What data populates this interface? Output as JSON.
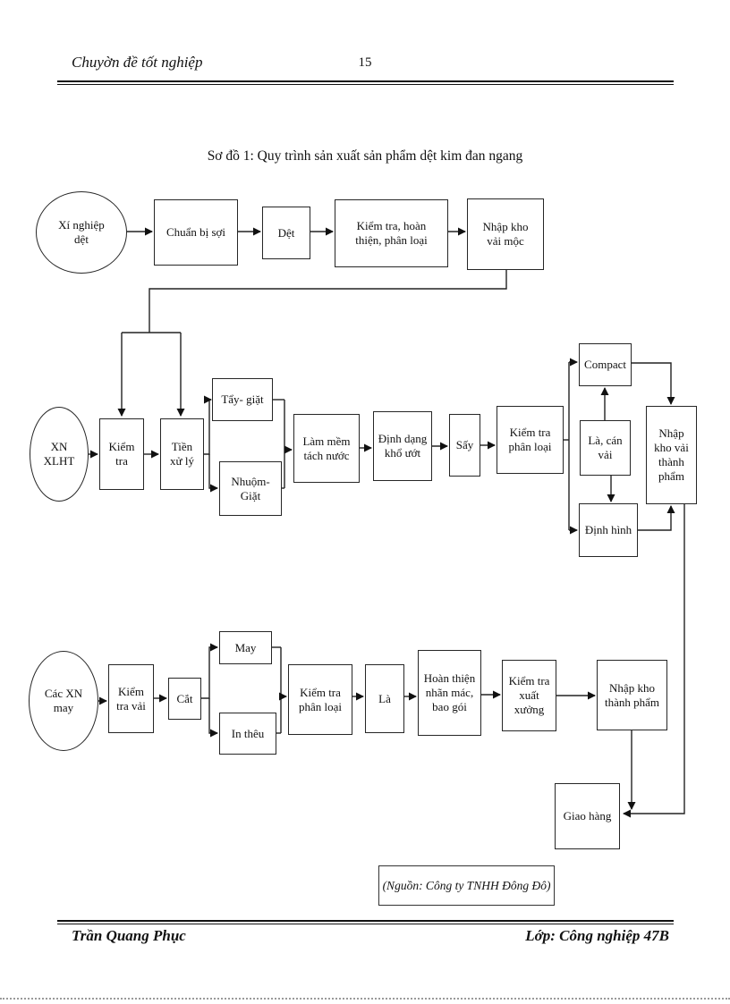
{
  "header": {
    "left": "Chuyờn đề tốt nghiệp",
    "page_number": "15"
  },
  "footer": {
    "left": "Trần Quang Phục",
    "right": "Lớp: Công nghiệp 47B"
  },
  "diagram": {
    "title": "Sơ đồ 1: Quy trình sản xuất sản phẩm dệt kim đan ngang",
    "source_note": "(Nguồn: Công ty TNHH Đông Đô)",
    "nodes": {
      "xi_nghiep_det": "Xí nghiệp\ndệt",
      "chuan_bi_soi": "Chuẩn bị sợi",
      "det": "Dệt",
      "kiem_tra_hoan_thien": "Kiểm tra, hoàn\nthiện, phân loại",
      "nhap_kho_vai_moc": "Nhập kho\nvải mộc",
      "xn_xlht": "XN\nXLHT",
      "kiem_tra_2": "Kiểm\ntra",
      "tien_xu_ly": "Tiền\nxử lý",
      "tay_giat": "Tẩy- giặt",
      "nhuom_giat": "Nhuộm-\nGiặt",
      "lam_mem_tach_nuoc": "Làm mềm\ntách nước",
      "dinh_dang_kho_uot": "Định dạng\nkhổ ướt",
      "say": "Sấy",
      "kiem_tra_phan_loai_2": "Kiểm tra\nphân loại",
      "compact": "Compact",
      "la_can_vai": "Là, cán\nvải",
      "dinh_hinh": "Định hình",
      "nhap_kho_vai_thanh_pham": "Nhập\nkho vải\nthành\nphẩm",
      "cac_xn_may": "Các XN\nmay",
      "kiem_tra_vai": "Kiểm\ntra vải",
      "cat": "Cắt",
      "may": "May",
      "in_theu": "In thêu",
      "kiem_tra_phan_loai_3": "Kiểm tra\nphân loại",
      "la": "Là",
      "hoan_thien_nhan_mac": "Hoàn thiện\nnhãn mác,\nbao gói",
      "kiem_tra_xuat_xuong": "Kiểm tra\nxuất xưởng",
      "nhap_kho_thanh_pham": "Nhập kho\nthành phẩm",
      "giao_hang": "Giao hàng"
    }
  }
}
